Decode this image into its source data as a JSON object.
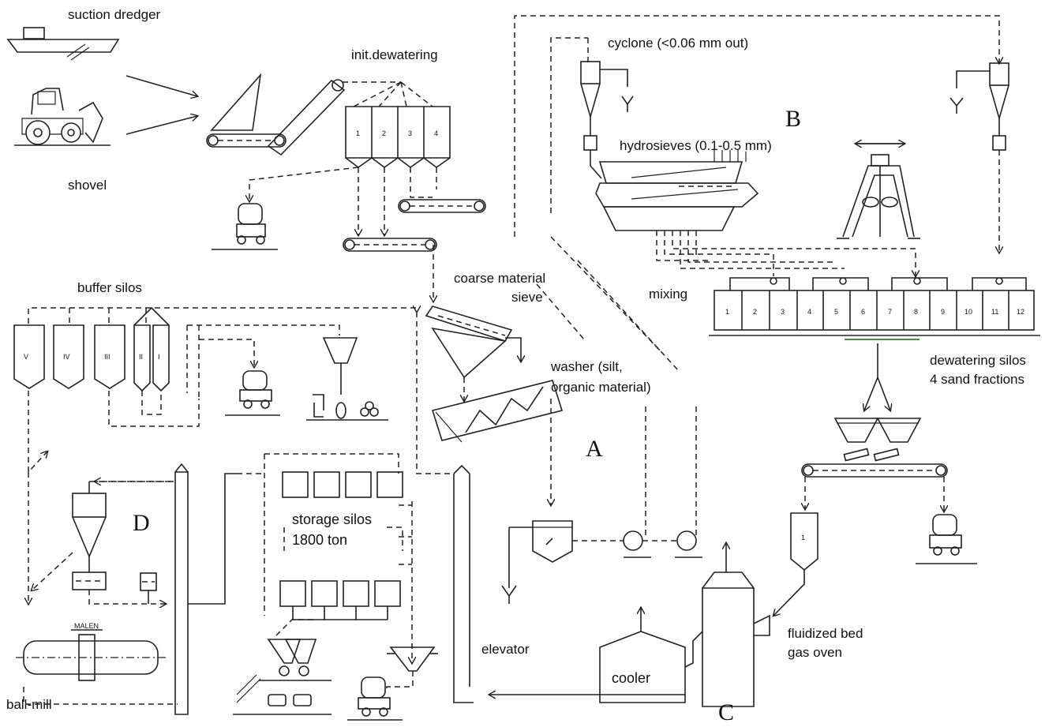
{
  "labels": {
    "suction_dredger": "suction dredger",
    "shovel": "shovel",
    "init_dewatering": "init.dewatering",
    "cyclone": "cyclone (<0.06 mm out)",
    "hydrosieves": "hydrosieves (0.1-0.5 mm)",
    "mixing": "mixing",
    "coarse_material": "coarse material",
    "sieve": "sieve",
    "washer_1": "washer (silt,",
    "washer_2": "organic material)",
    "dewatering_silos": "dewatering silos",
    "sand_fractions": "4 sand fractions",
    "buffer_silos": "buffer silos",
    "storage_silos": "storage silos",
    "storage_capacity": "1800 ton",
    "elevator": "elevator",
    "cooler": "cooler",
    "fluidized_1": "fluidized bed",
    "fluidized_2": "gas oven",
    "ball_mill": "ball-mill",
    "malen": "MALEN"
  },
  "sections": {
    "a": "A",
    "b": "B",
    "c": "C",
    "d": "D"
  },
  "init_silo_numbers": [
    "1",
    "2",
    "3",
    "4"
  ],
  "dewatering_silo_numbers": [
    "1",
    "2",
    "3",
    "4",
    "5",
    "6",
    "7",
    "8",
    "9",
    "10",
    "11",
    "12"
  ],
  "buffer_silo_numerals": [
    "V",
    "IV",
    "III",
    "II",
    "I"
  ],
  "oven_feed_silo_number": "1"
}
